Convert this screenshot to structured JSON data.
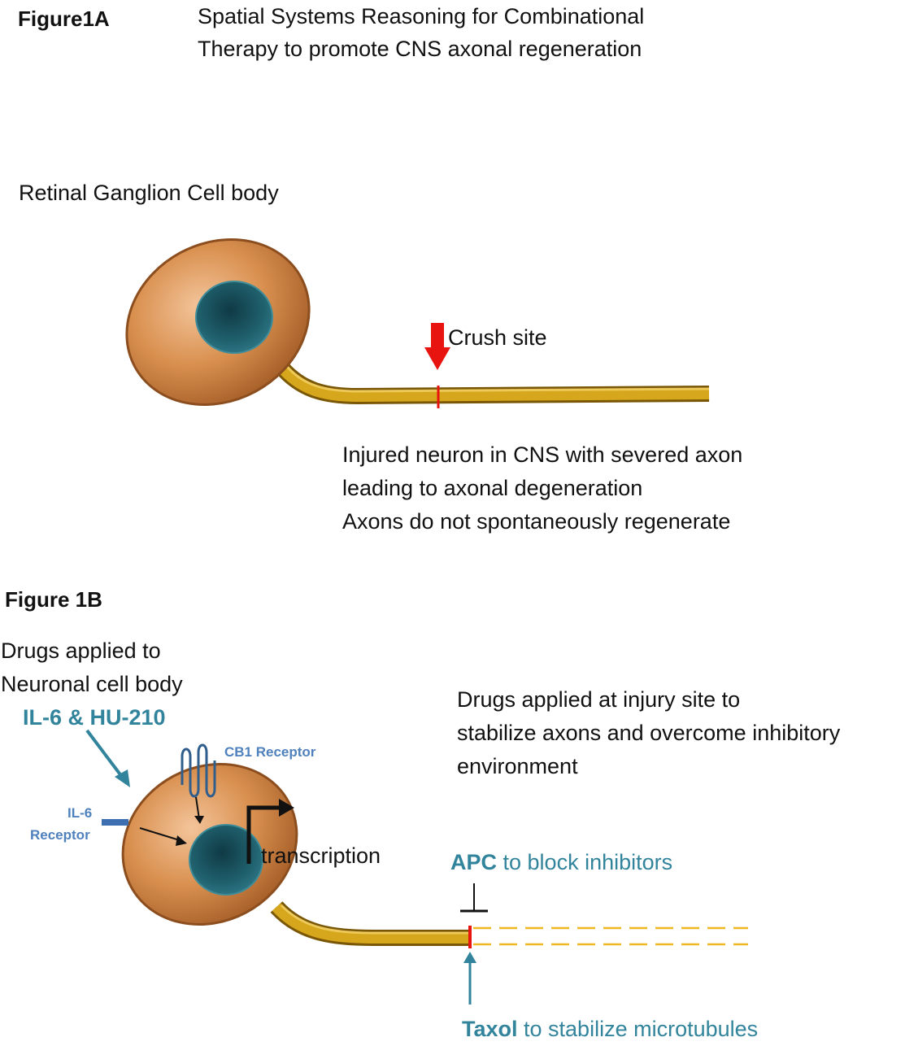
{
  "figure_a": {
    "label": "Figure1A",
    "title_line1": "Spatial Systems Reasoning for Combinational",
    "title_line2": "Therapy to promote CNS axonal regeneration",
    "cell_label": "Retinal Ganglion Cell body",
    "crush_label": "Crush site",
    "caption_line1": "Injured neuron in CNS with severed axon",
    "caption_line2": "leading to axonal degeneration",
    "caption_line3": "Axons do not spontaneously regenerate"
  },
  "figure_b": {
    "label": "Figure 1B",
    "drugs_body_line1": "Drugs applied to",
    "drugs_body_line2": "Neuronal cell body",
    "drug_names": "IL-6 & HU-210",
    "cb1_label": "CB1 Receptor",
    "il6_receptor_line1": "IL-6",
    "il6_receptor_line2": "Receptor",
    "transcription_label": "transcription",
    "injury_line1": "Drugs applied at injury site to",
    "injury_line2": "stabilize axons and overcome inhibitory",
    "injury_line3": "environment",
    "apc_drug": "APC",
    "apc_text": " to block inhibitors",
    "taxol_drug": "Taxol",
    "taxol_text": " to stabilize microtubules"
  },
  "colors": {
    "cell_body": "#d58a4e",
    "nucleus": "#1f5f6c",
    "axon": "#c8960f",
    "crush_arrow": "#e8140f",
    "teal_text": "#31849b",
    "receptor_blue": "#4f81bd"
  }
}
